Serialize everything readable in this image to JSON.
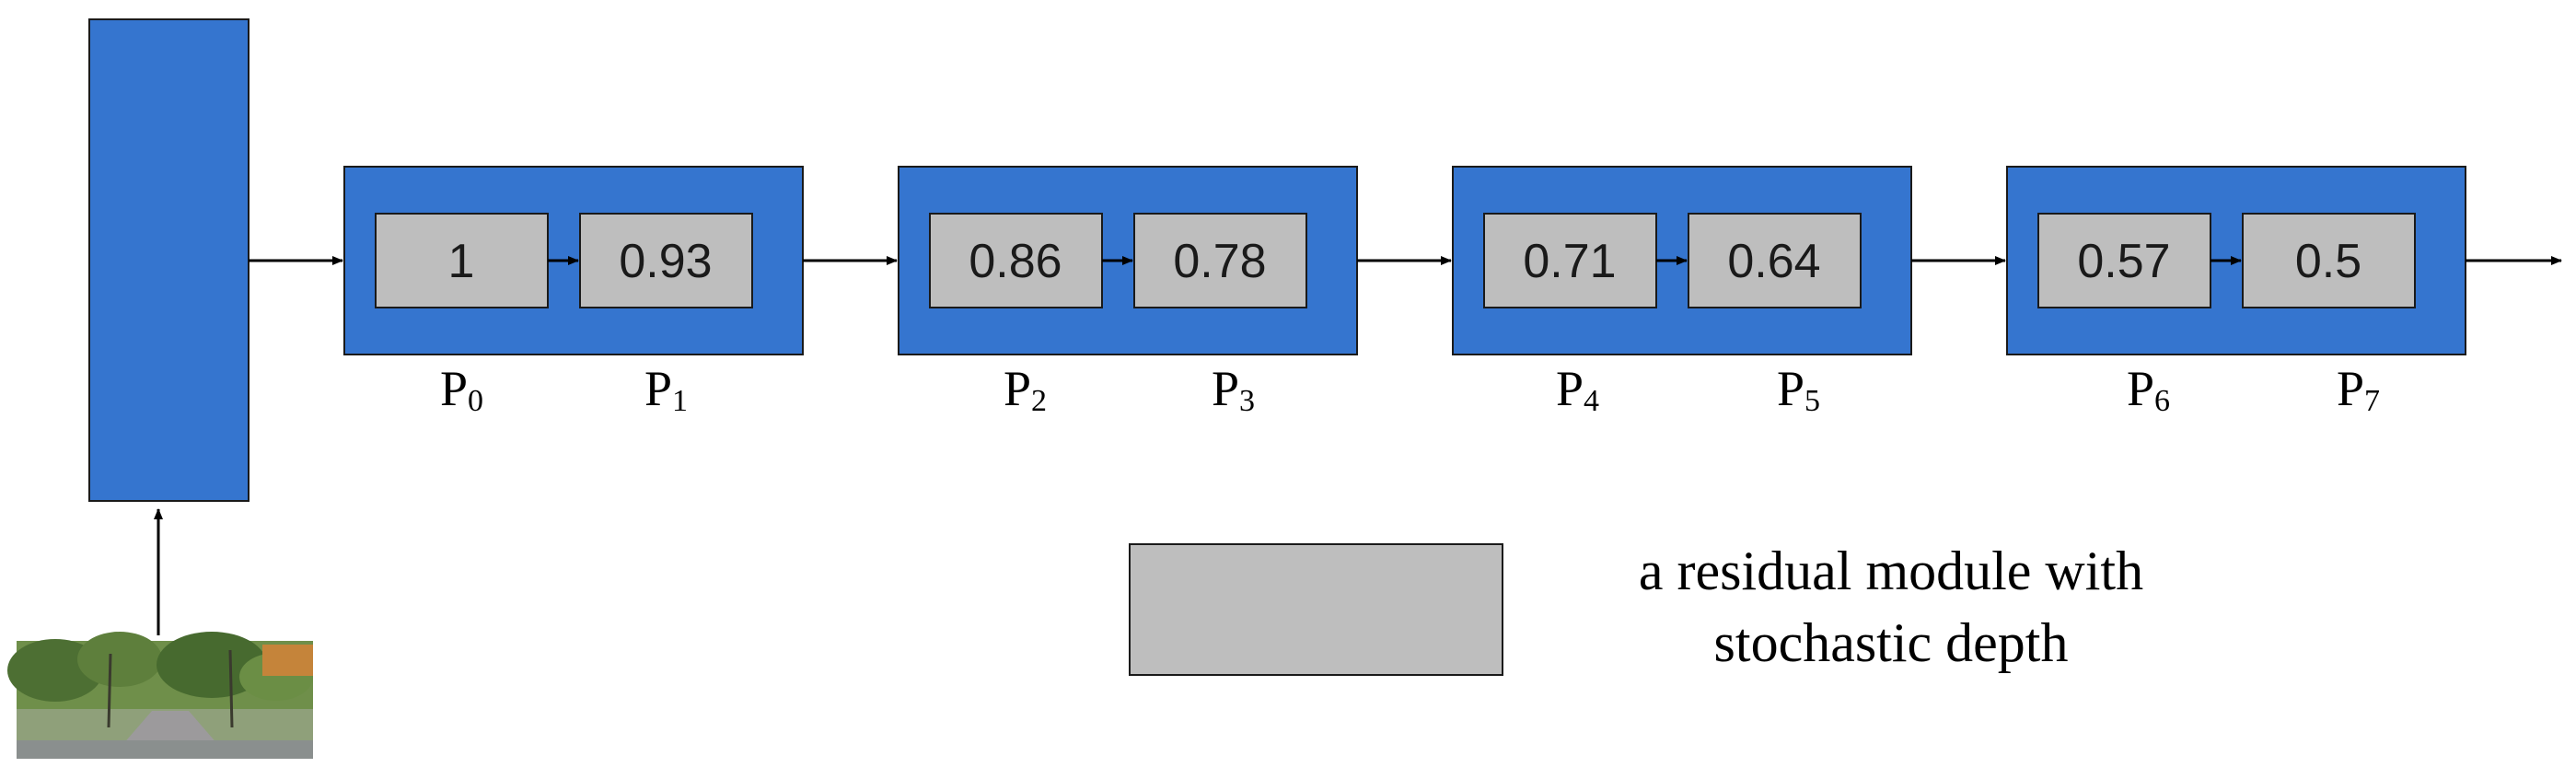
{
  "colors": {
    "stage_fill": "#3575CF",
    "module_fill": "#BEBEBE",
    "stroke": "#1a1a1a",
    "arrow": "#000000"
  },
  "input_image": {
    "icon": "street-scene-photo"
  },
  "stages": [
    {
      "modules": [
        {
          "value": "1",
          "p_base": "P",
          "p_sub": "0"
        },
        {
          "value": "0.93",
          "p_base": "P",
          "p_sub": "1"
        }
      ]
    },
    {
      "modules": [
        {
          "value": "0.86",
          "p_base": "P",
          "p_sub": "2"
        },
        {
          "value": "0.78",
          "p_base": "P",
          "p_sub": "3"
        }
      ]
    },
    {
      "modules": [
        {
          "value": "0.71",
          "p_base": "P",
          "p_sub": "4"
        },
        {
          "value": "0.64",
          "p_base": "P",
          "p_sub": "5"
        }
      ]
    },
    {
      "modules": [
        {
          "value": "0.57",
          "p_base": "P",
          "p_sub": "6"
        },
        {
          "value": "0.5",
          "p_base": "P",
          "p_sub": "7"
        }
      ]
    }
  ],
  "legend": {
    "line1": "a residual module with",
    "line2": "stochastic depth"
  }
}
